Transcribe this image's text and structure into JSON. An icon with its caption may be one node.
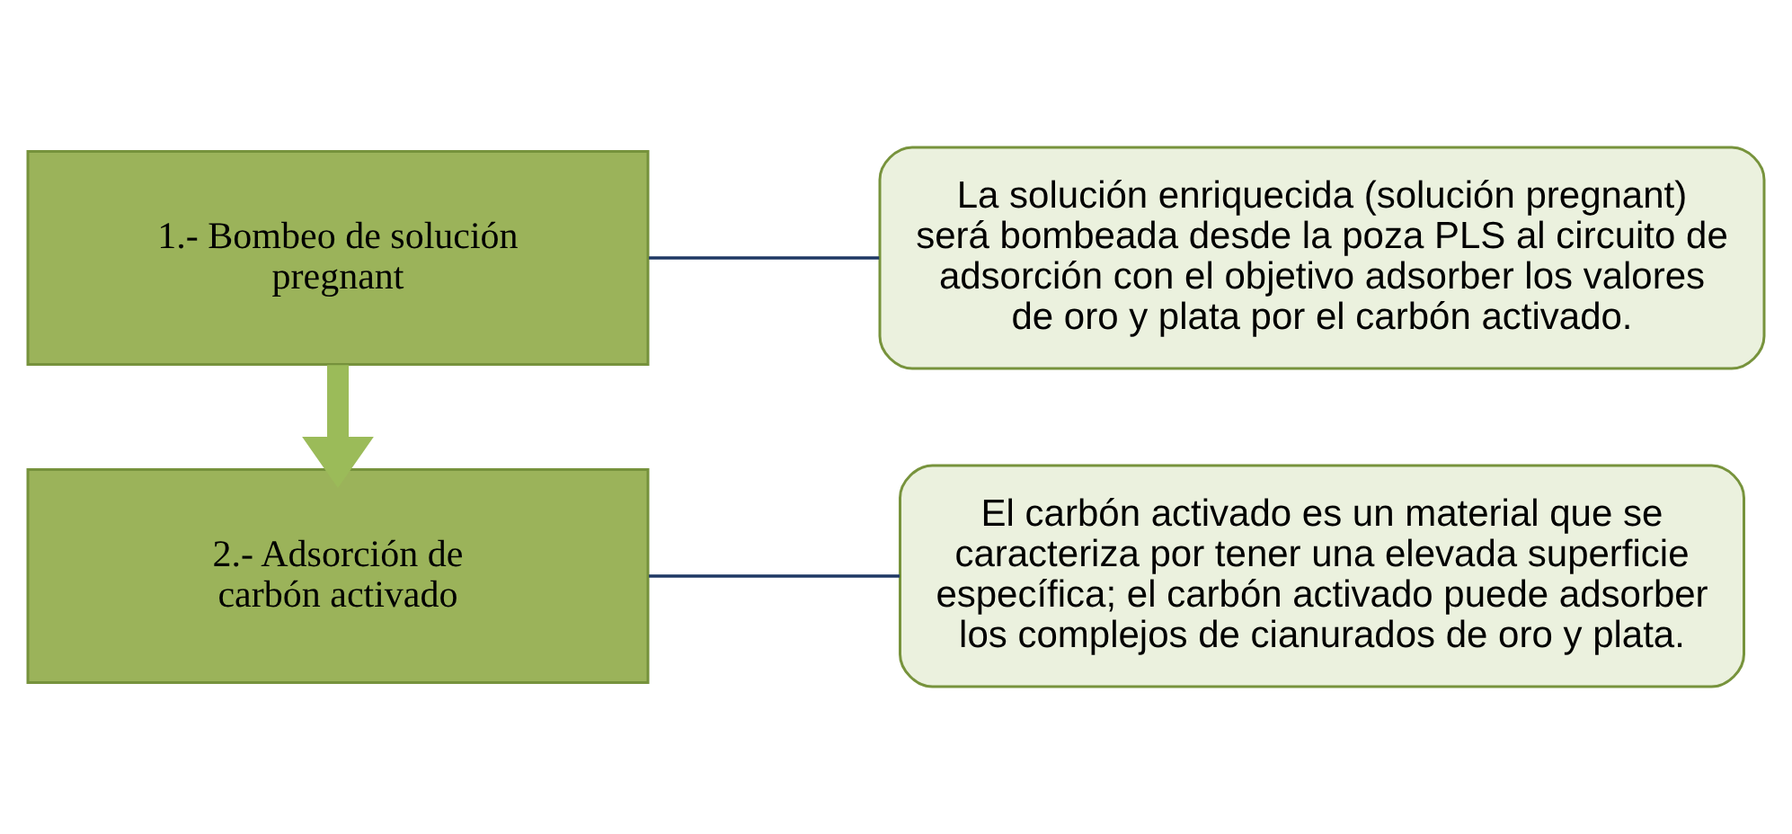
{
  "diagram": {
    "nodes": [
      {
        "text": [
          "1.- Bombeo de solución pregnant"
        ]
      },
      {
        "text": [
          "La solución enriquecida (solución pregnant) será bombeada desde la poza PLS al circuito de adsorción con el objetivo adsorber los valores de oro y plata por el carbón activado."
        ]
      },
      {
        "text": [
          "2.- Adsorción de carbón activado"
        ]
      },
      {
        "text": [
          "El carbón activado es un material que se caracteriza por tener una elevada superficie específica; el carbón activado puede adsorber los complejos de cianurados de oro y plata."
        ]
      }
    ],
    "edges": [
      {
        "from": 0,
        "to": 1,
        "arrow": "none"
      },
      {
        "from": 0,
        "to": 2,
        "arrow": "to",
        "style": "thick",
        "color": "#9bbb59"
      },
      {
        "from": 2,
        "to": 3,
        "arrow": "none"
      }
    ]
  }
}
